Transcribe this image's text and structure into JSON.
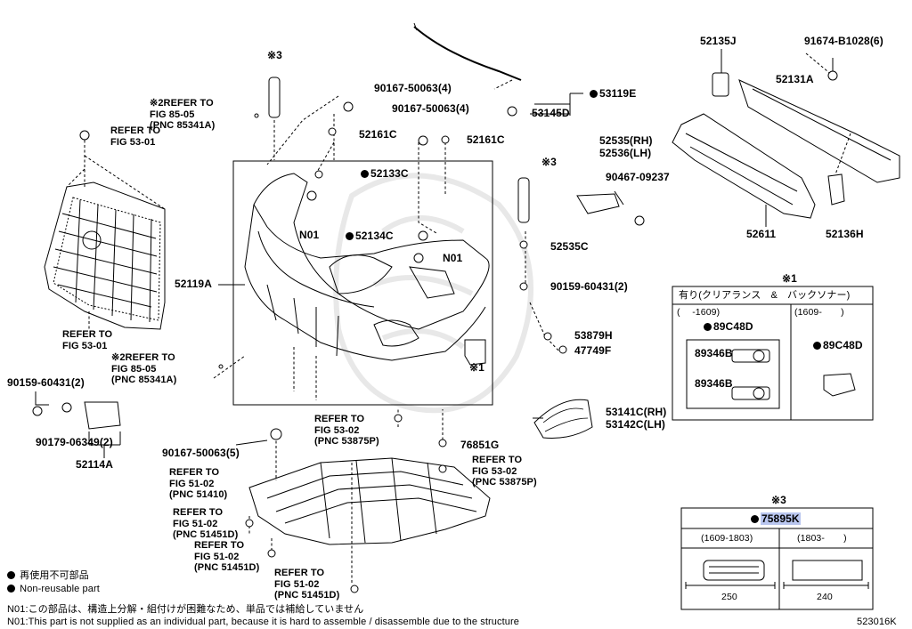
{
  "diagram_code": "523016K",
  "labels": {
    "p53119e": "53119E",
    "p53145d": "53145D",
    "p90167_50063_4a": "90167-50063(4)",
    "p90167_50063_4b": "90167-50063(4)",
    "p52161c_a": "52161C",
    "p52161c_b": "52161C",
    "p52133c": "52133C",
    "p52134c": "52134C",
    "n01_a": "N01",
    "n01_b": "N01",
    "p52119a": "52119A",
    "p52535c": "52535C",
    "p90159_60431_2a": "90159-60431(2)",
    "p90159_60431_2b": "90159-60431(2)",
    "p53879h": "53879H",
    "p47749f": "47749F",
    "p53141c": "53141C(RH)",
    "p53142c": "53142C(LH)",
    "p76851g": "76851G",
    "p90167_50063_5": "90167-50063(5)",
    "p90179_06349_2": "90179-06349(2)",
    "p52114a": "52114A",
    "p52535_rh": "52535(RH)",
    "p52536_lh": "52536(LH)",
    "p90467_09237": "90467-09237",
    "p52135j": "52135J",
    "p91674_b1028_6": "91674-B1028(6)",
    "p52131a": "52131A",
    "p52611": "52611",
    "p52136h": "52136H",
    "mark3_a": "※3",
    "mark3_b": "※3",
    "mark1": "※1",
    "ref_fig53_01_top": "REFER TO\nFIG 53-01",
    "ref_fig53_01_bottom": "REFER TO\nFIG 53-01",
    "ref_fig85_05_top": "※2REFER TO\nFIG 85-05\n(PNC 85341A)",
    "ref_fig85_05_bottom": "※2REFER TO\nFIG 85-05\n(PNC 85341A)",
    "ref_fig53_02_a": "REFER TO\nFIG 53-02\n(PNC 53875P)",
    "ref_fig53_02_b": "REFER TO\nFIG 53-02\n(PNC 53875P)",
    "ref_fig51_02_a": "REFER TO\nFIG 51-02\n(PNC 51410)",
    "ref_fig51_02_b": "REFER TO\nFIG 51-02\n(PNC 51451D)",
    "ref_fig51_02_c": "REFER TO\nFIG 51-02\n(PNC 51451D)",
    "ref_fig51_02_d": "REFER TO\nFIG 51-02\n(PNC 51451D)"
  },
  "box1": {
    "title": "※1",
    "header": "有り(クリアランス　&　バックソナー)",
    "left_period": "(　 -1609)",
    "right_period": "(1609-　　)",
    "left_part": "89C48D",
    "right_part": "89C48D",
    "sub_a": "89346B",
    "sub_b": "89346B"
  },
  "box3": {
    "title": "※3",
    "part": "75895K",
    "left_period": "(1609-1803)",
    "right_period": "(1803-　　)",
    "left_len": "250",
    "right_len": "240"
  },
  "legend": {
    "jp": "再使用不可部品",
    "en": "Non-reusable part",
    "n01_jp": "N01:この部品は、構造上分解・組付けが困難なため、単品では補給していません",
    "n01_en": "N01:This part is not supplied as an individual part, because it is hard to assemble / disassemble due to the structure"
  }
}
